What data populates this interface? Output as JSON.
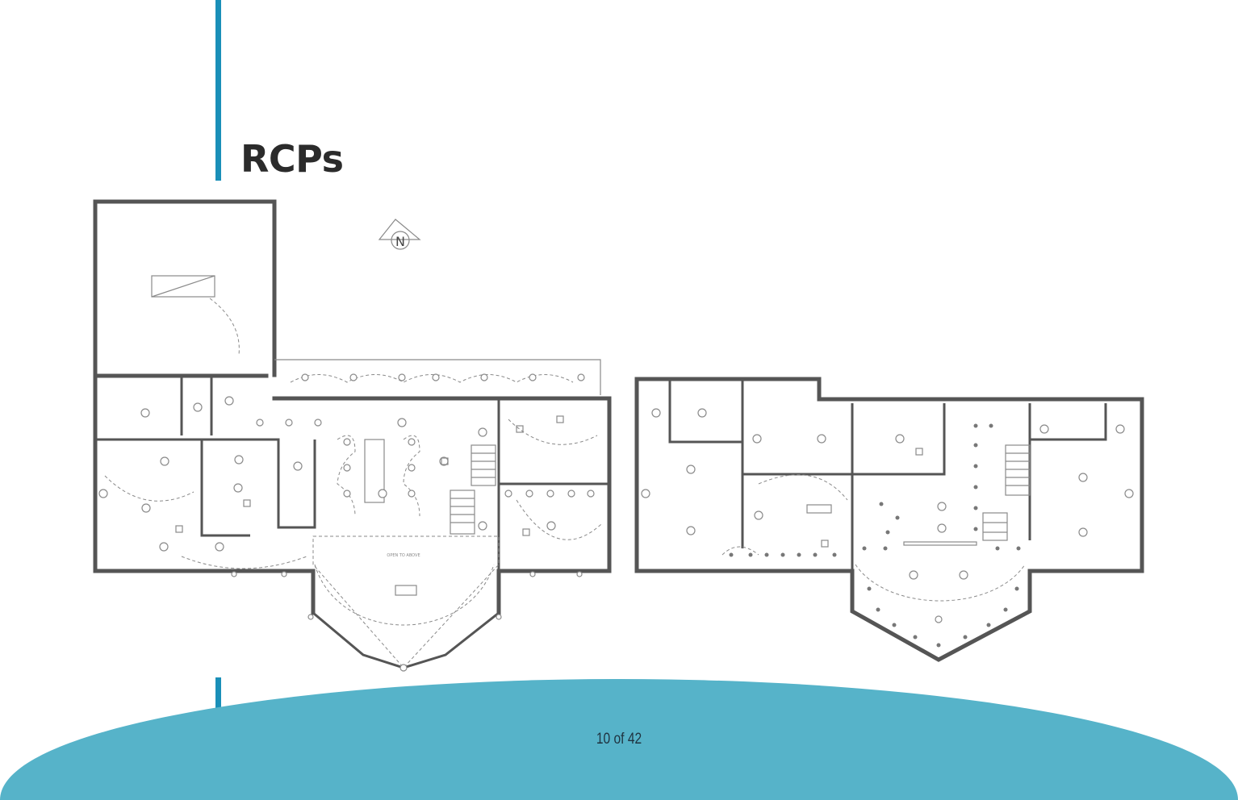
{
  "page": {
    "title": "RCPs",
    "page_number": "10 of 42"
  },
  "plan_labels": {
    "north_arrow": "N",
    "open_to_above": "OPEN TO ABOVE"
  },
  "colors": {
    "accent_bar": "#1a8fb8",
    "bottom_band": "#56b3c9",
    "title_text": "#2b2b2b",
    "wall": "#555555",
    "linework": "#8a8a8a",
    "page_number_text": "#1f3340"
  }
}
